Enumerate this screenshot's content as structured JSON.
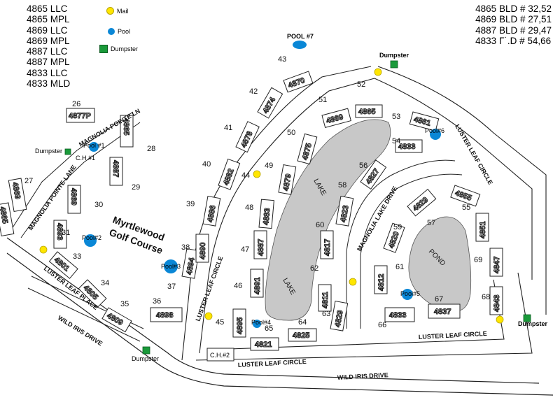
{
  "codes": [
    "4865 LLC",
    "4865 MPL",
    "4869 LLC",
    "4869 MPL",
    "4887 LLC",
    "4887 MPL",
    "4833 LLC",
    "4833 MLD"
  ],
  "bld_numbers": [
    "4865 BLD # 32,52",
    "4869 BLD # 27,51",
    "4887 BLD # 29,47",
    "4833 Γ˙.D # 54,66"
  ],
  "legend": {
    "mail": "Mail",
    "pool": "Pool",
    "dumpster": "Dumpster"
  },
  "colors": {
    "mail": "#ffe600",
    "pool": "#0a87d6",
    "dumpster": "#1a9a3a",
    "lake": "#c8c8c8"
  },
  "labels": {
    "pool1": "Pool #1",
    "pool2": "Pool#2",
    "pool3": "Pool#3",
    "pool4": "Pool#4",
    "pool5": "Pool#5",
    "pool6": "Pool#6",
    "pool7": "POOL #7",
    "ch1": "C.H.#1",
    "ch2": "C.H.#2",
    "dumpster": "Dumpster",
    "golf1": "Myrtlewood",
    "golf2": "Golf Course",
    "lake": "LAKE",
    "pond": "POND",
    "wild_iris": "WILD IRIS DRIVE",
    "luster_leaf_circle": "LUSTER LEAF CIRCLE",
    "luster_leaf_place": "LUSTER LEAF PLACE",
    "magnolia_pointe_lane": "MAGNOLIA POINTE LANE",
    "magnolia_pointe_ln": "MAGNOLIA POINTE LN",
    "magnolia_lake_drive": "MAGNOLIA LAKE DRIVE"
  },
  "buildings": [
    "4877P",
    "4865",
    "4887",
    "4869",
    "4865",
    "4869",
    "4893",
    "4801",
    "4805",
    "4809",
    "4898",
    "4894",
    "4890",
    "4886",
    "4882",
    "4878",
    "4874",
    "4870",
    "4869",
    "4865",
    "4879",
    "4875",
    "4883",
    "4887",
    "4891",
    "4895",
    "4821",
    "4825",
    "4829",
    "4811",
    "4817",
    "4823",
    "4827",
    "4833",
    "4861",
    "4855",
    "4829",
    "4820",
    "4812",
    "4833",
    "4837",
    "4843",
    "4847",
    "4851"
  ],
  "lot_numbers": [
    "26",
    "27",
    "28",
    "29",
    "30",
    "31",
    "33",
    "34",
    "35",
    "36",
    "37",
    "38",
    "39",
    "40",
    "41",
    "42",
    "43",
    "44",
    "45",
    "46",
    "47",
    "48",
    "49",
    "50",
    "51",
    "52",
    "53",
    "54",
    "55",
    "56",
    "57",
    "58",
    "59",
    "60",
    "61",
    "62",
    "63",
    "64",
    "65",
    "66",
    "67",
    "68",
    "69"
  ]
}
